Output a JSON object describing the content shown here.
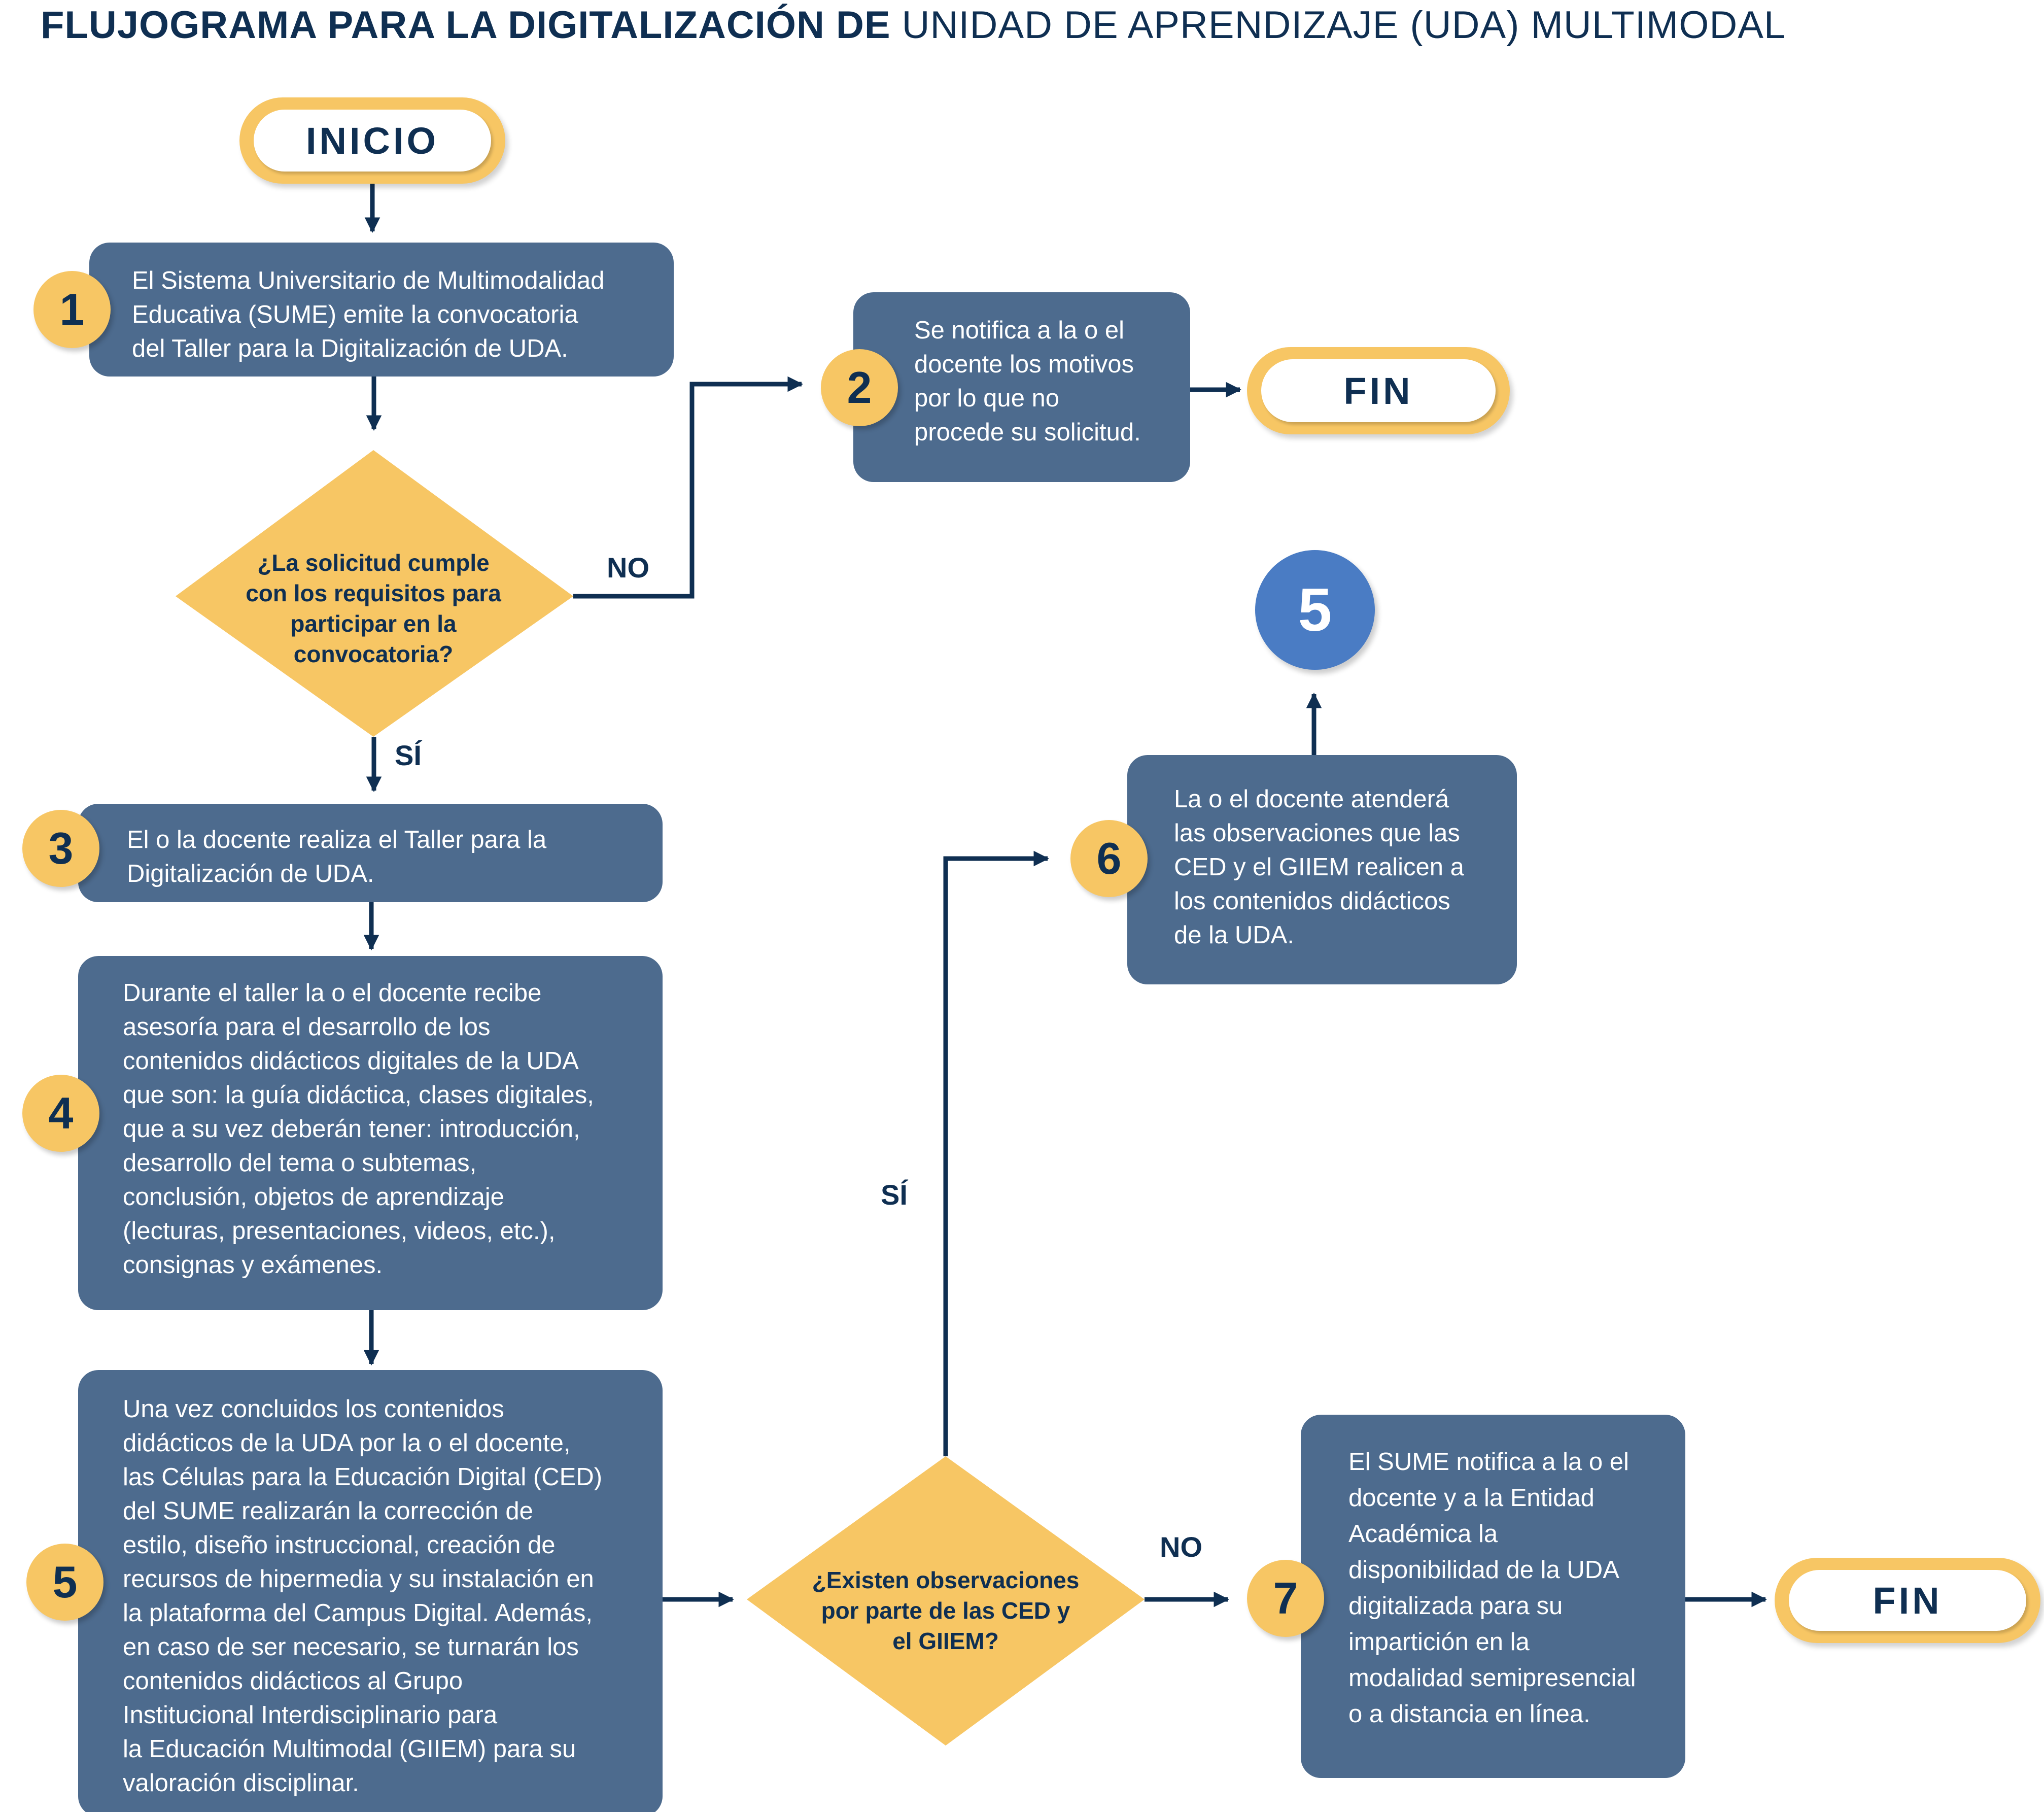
{
  "title": {
    "bold": "FLUJOGRAMA PARA LA  DIGITALIZACIÓN DE",
    "regular": "UNIDAD DE APRENDIZAJE (UDA) MULTIMODAL"
  },
  "terminals": {
    "start": "INICIO",
    "end_1": "FIN",
    "end_2": "FIN"
  },
  "steps": {
    "s1": {
      "number": "1",
      "lines": [
        "El Sistema Universitario de Multimodalidad",
        "Educativa (SUME) emite la convocatoria",
        "del Taller para la Digitalización de UDA."
      ]
    },
    "s2": {
      "number": "2",
      "lines": [
        "Se notifica a la o el",
        "docente los motivos",
        "por lo que no",
        "procede su solicitud."
      ]
    },
    "s3": {
      "number": "3",
      "lines": [
        "El o la docente realiza el Taller para la",
        "Digitalización de UDA."
      ]
    },
    "s4": {
      "number": "4",
      "lines": [
        "Durante el taller la o el docente recibe",
        "asesoría para el desarrollo de los",
        "contenidos didácticos digitales de la UDA",
        "que son: la guía didáctica, clases digitales,",
        "que a su vez deberán tener: introducción,",
        "desarrollo del tema o subtemas,",
        "conclusión, objetos de aprendizaje",
        "(lecturas, presentaciones, videos, etc.),",
        "consignas y exámenes."
      ]
    },
    "s5": {
      "number": "5",
      "lines": [
        "Una vez concluidos los contenidos",
        "didácticos de la UDA por la o el docente,",
        "las Células para la Educación Digital (CED)",
        "del SUME realizarán la corrección de",
        "estilo, diseño instruccional, creación de",
        "recursos de hipermedia y su instalación en",
        "la plataforma del Campus Digital. Además,",
        "en caso de ser necesario, se turnarán los",
        "contenidos didácticos al Grupo",
        "Institucional Interdisciplinario para",
        "la Educación Multimodal (GIIEM) para su",
        "valoración disciplinar."
      ]
    },
    "s6": {
      "number": "6",
      "lines": [
        "La o el docente atenderá",
        "las observaciones que las",
        "CED y el GIIEM realicen a",
        "los contenidos didácticos",
        "de la UDA."
      ]
    },
    "s7": {
      "number": "7",
      "lines": [
        "El SUME notifica a la o el",
        "docente y a la Entidad",
        "Académica la",
        "disponibilidad de la UDA",
        "digitalizada para su",
        "impartición en la",
        "modalidad semipresencial",
        "o a distancia en línea."
      ]
    }
  },
  "decisions": {
    "d1": {
      "lines": [
        "¿La solicitud cumple",
        "con los requisitos para",
        "participar en la",
        "convocatoria?"
      ],
      "no_label": "NO",
      "yes_label": "SÍ"
    },
    "d2": {
      "lines": [
        "¿Existen observaciones",
        "por parte de las CED y",
        "el GIIEM?"
      ],
      "no_label": "NO",
      "yes_label": "SÍ"
    }
  },
  "connector_ref": "5",
  "colors": {
    "navy": "#0f2f52",
    "box": "#4d6b8e",
    "yellow": "#f7c664",
    "connector_blue": "#4a7cc4"
  }
}
